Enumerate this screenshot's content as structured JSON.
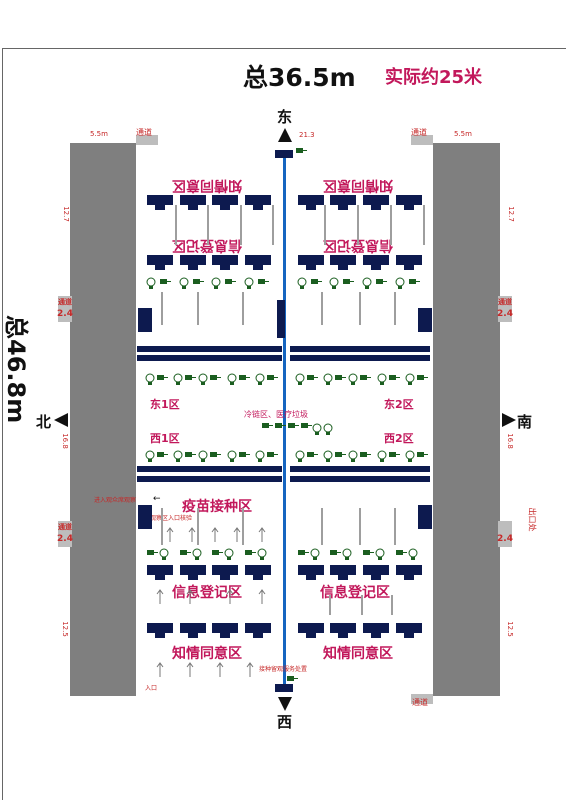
{
  "header": {
    "total_width": "总36.5m",
    "actual_width": "实际约25米",
    "total_height": "总46.8m"
  },
  "directions": {
    "east": "东",
    "west": "西",
    "north": "北",
    "south": "南"
  },
  "dimensions": {
    "top_left": "5.5m",
    "top_right": "5.5m",
    "top_center": "21.3",
    "left_upper": "12.7",
    "right_upper": "12.7",
    "left_gate": "2.4",
    "right_gate": "2.4",
    "left_mid": "16.8",
    "right_mid": "16.8",
    "left_lower_gate": "2.4",
    "right_lower_gate": "2.4",
    "left_lower": "12.5",
    "right_lower": "12.5"
  },
  "passages": {
    "top_left": "通道",
    "top_right": "通道",
    "bottom_right": "通道",
    "left_gate": "通道",
    "right_gate": "通道",
    "left_lower_gate": "通道",
    "right_lower_exit": "出口处"
  },
  "areas": {
    "consent_top_left": "知情同意区",
    "consent_top_right": "知情同意区",
    "register_top_left": "信息登记区",
    "register_top_right": "信息登记区",
    "east1": "东1区",
    "east2": "东2区",
    "cold_chain": "冷链区、医疗垃圾",
    "west1": "西1区",
    "west2": "西2区",
    "vaccination": "疫苗接种区",
    "register_bottom_left": "信息登记区",
    "register_bottom_right": "信息登记区",
    "consent_bottom_left": "知情同意区",
    "consent_bottom_right": "知情同意区"
  },
  "notes": {
    "to_observation": "进入观众席观察",
    "observation_check": "观察区入口核验",
    "service_point": "接种留观服务处置",
    "entrance": "入口"
  },
  "colors": {
    "accent": "#c2185b",
    "dimension_red": "#c62828",
    "desk_navy": "#0d1a4f",
    "wall_gray": "#7f7f7f",
    "axis_blue": "#1565c0",
    "plug_green": "#1b5e20"
  }
}
